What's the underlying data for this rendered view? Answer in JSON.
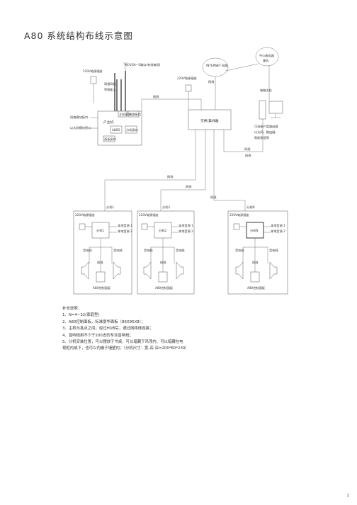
{
  "title": "A80 系统结构布线示意图",
  "labels": {
    "power_220_left": "220V电源插座",
    "av_antenna": "AV/VGA~S端口(有线电视)",
    "two_lines": "两根网线",
    "pass_in": "到智能入",
    "phone_in": "到电话接口",
    "fiber": "网线",
    "power_220_top": "220V电源插座",
    "internet_cloud": "INTERNET 网络",
    "network_cloud_top": "中心服务器",
    "network_cloud_bottom": "服务",
    "pc_label": "电脑主机",
    "pc_desc_1": "可选接户类路由器",
    "pc_desc_2": "以太网，路由器，",
    "pc_desc_3": "智能家居等",
    "host_name": "户主机",
    "host_port_1": "主机接口",
    "host_port_2": "网络接口",
    "host_sub_1": "A80D",
    "host_sub_2": "分机接口",
    "host_sub_3": "面板接口",
    "host_left_1": "网络模块接口",
    "host_left_2": "以太网模块接口",
    "switch_label": "交换/集线器",
    "net_line_1": "网线",
    "net_line_2": "网线",
    "net_line_3": "网线",
    "net_line_4": "网线",
    "net_line_5": "网线",
    "net_line_6": "网线",
    "net_line_7": "网线",
    "room1_line": "分机1",
    "room2_line": "分机2",
    "room3_line": "分机N",
    "room_power": "220V电源插座",
    "room1_ext": "分机1",
    "room2_ext": "分机2",
    "room3_ext": "分机N",
    "ant_line_1": "本地音源 1",
    "ant_line_2": "本地音源 2",
    "speaker_line": "音响线",
    "speaker_line_b": "音响线",
    "panel_line": "网线",
    "panel_label": "A80控制面板"
  },
  "notes": [
    "补充说明：",
    "1、N=4~32(家庭型)",
    "2、A80控制面板，标准豪华面板（86X95X8）；",
    "3、主机与各点之间，经过HUB后，通过网络线连接；",
    "4、音响线用不少于200支的专业音响线；",
    "5、分机安装位置，可以摆放于书桌、可以暗藏于吊顶内、可以暗藏在电",
    "   视柜内或下，也可以内嵌于墙壁内；（分机尺寸：宽-高-深=200*60*230）"
  ],
  "page_number": "1"
}
